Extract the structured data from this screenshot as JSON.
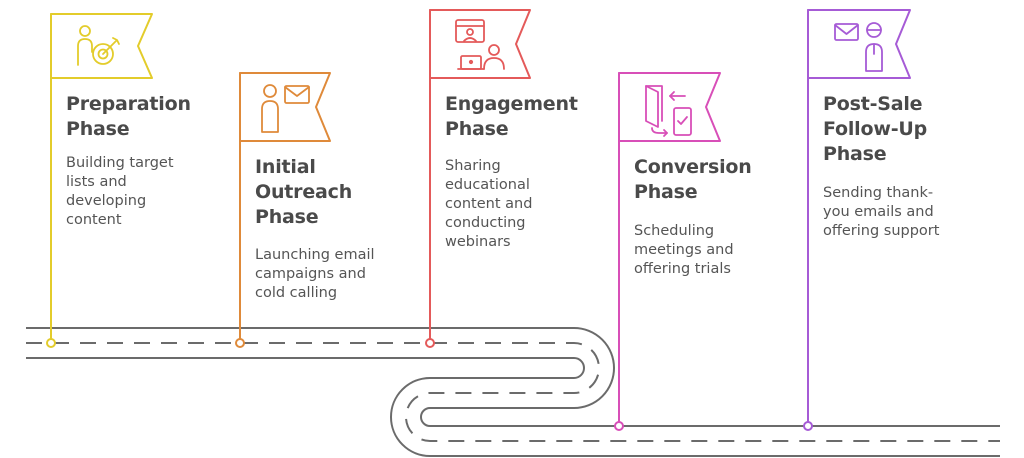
{
  "phases": [
    {
      "title": "Preparation\nPhase",
      "description": "Building target\nlists and\ndeveloping\ncontent",
      "color": "#e3cc2b",
      "icon": "person-target-icon"
    },
    {
      "title": "Initial\nOutreach\nPhase",
      "description": "Launching email\ncampaigns and\ncold calling",
      "color": "#df8a3a",
      "icon": "person-email-icon"
    },
    {
      "title": "Engagement\nPhase",
      "description": "Sharing\neducational\ncontent and\nconducting\nwebinars",
      "color": "#e45a5a",
      "icon": "webinar-icon"
    },
    {
      "title": "Conversion\nPhase",
      "description": "Scheduling\nmeetings and\noffering trials",
      "color": "#d84fb8",
      "icon": "door-phone-icon"
    },
    {
      "title": "Post-Sale\nFollow-Up\nPhase",
      "description": "Sending thank-\nyou emails and\noffering support",
      "color": "#a65bd6",
      "icon": "email-person-icon"
    }
  ],
  "road_color": "#6b6b6b"
}
